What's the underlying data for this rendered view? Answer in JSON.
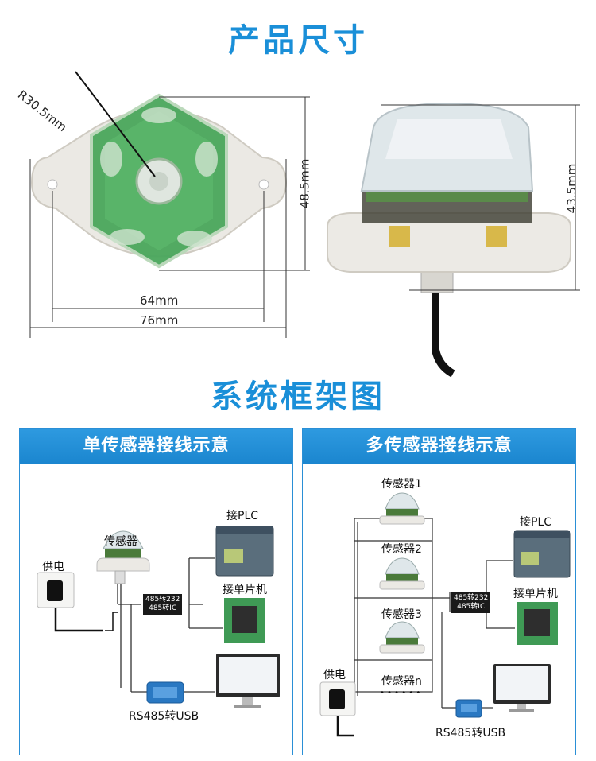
{
  "headings": {
    "product_size": "产品尺寸",
    "system_diagram": "系统框架图"
  },
  "dimensions": {
    "radius": "R30.5mm",
    "height_left": "48.5mm",
    "hole_spacing": "64mm",
    "total_width": "76mm",
    "height_right": "43.5mm"
  },
  "single_panel": {
    "title": "单传感器接线示意",
    "sensor": "传感器",
    "power": "供电",
    "converter_line1": "485转232",
    "converter_line2": "485转IC",
    "plc": "接PLC",
    "mcu": "接单片机",
    "usb": "RS485转USB"
  },
  "multi_panel": {
    "title": "多传感器接线示意",
    "sensor1": "传感器1",
    "sensor2": "传感器2",
    "sensor3": "传感器3",
    "sensorn": "传感器n",
    "dots": "• • • • • •",
    "power": "供电",
    "converter_line1": "485转232",
    "converter_line2": "485转IC",
    "plc": "接PLC",
    "mcu": "接单片机",
    "usb": "RS485转USB"
  },
  "colors": {
    "accent": "#1a8fd8",
    "pcb_green": "#3a9a4a",
    "housing": "#e8e6e1"
  }
}
